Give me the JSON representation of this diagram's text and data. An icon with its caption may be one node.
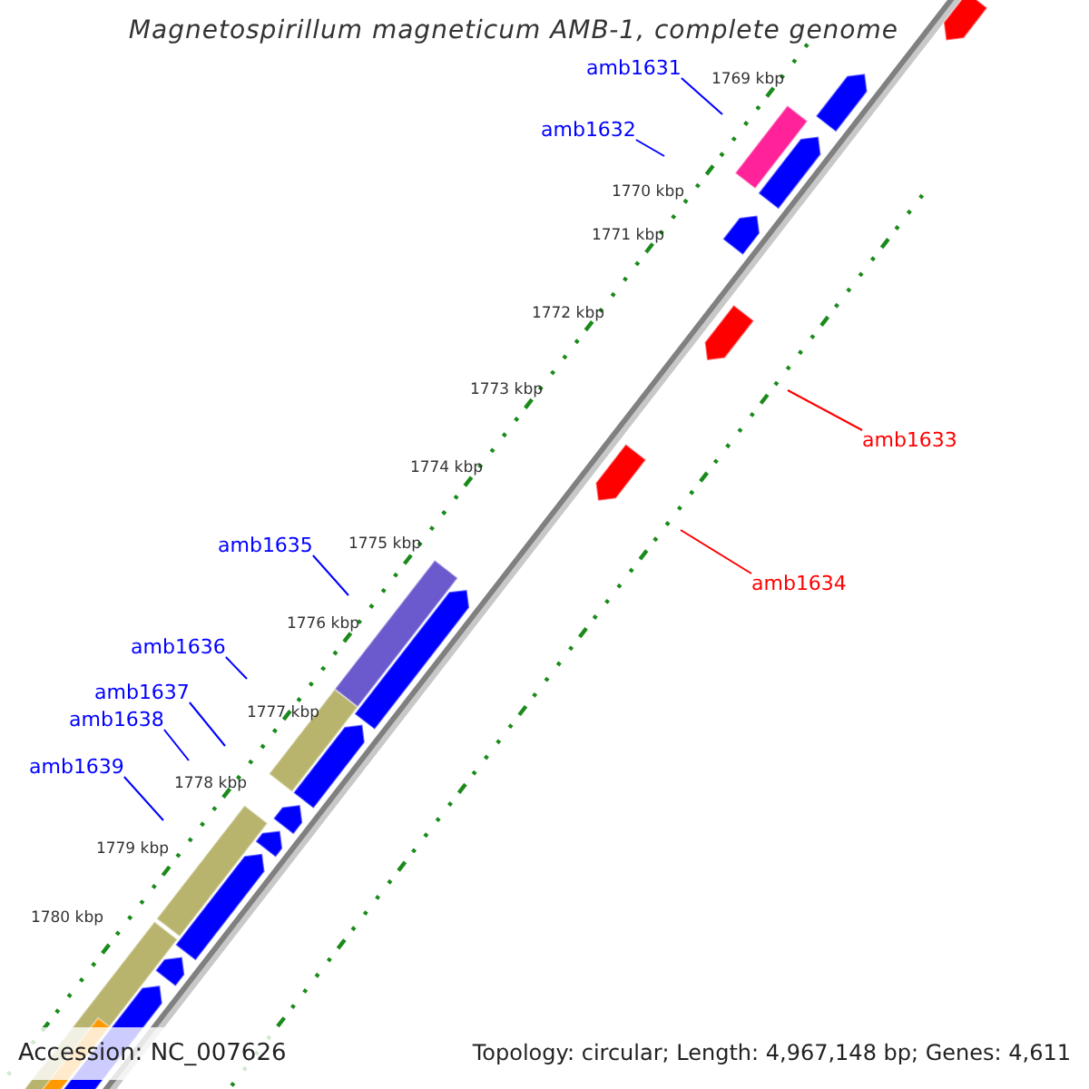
{
  "diagram": {
    "title": "Magnetospirillum magneticum AMB-1, complete genome",
    "nodes": [
      {
        "text": [
          "amb1631"
        ]
      },
      {
        "text": [
          "amb1632"
        ]
      },
      {
        "text": [
          "amb1633"
        ]
      },
      {
        "text": [
          "amb1634"
        ]
      },
      {
        "text": [
          "amb1635"
        ]
      },
      {
        "text": [
          "amb1636"
        ]
      },
      {
        "text": [
          "amb1637"
        ]
      },
      {
        "text": [
          "amb1638"
        ]
      },
      {
        "text": [
          "amb1639"
        ]
      }
    ],
    "edges": [
      {
        "from": 0,
        "to": null,
        "arrow": "none"
      },
      {
        "from": 1,
        "to": null,
        "arrow": "none"
      },
      {
        "from": 2,
        "to": null,
        "arrow": "none",
        "color": "#ff0000"
      },
      {
        "from": 3,
        "to": null,
        "arrow": "none",
        "color": "#ff0000"
      },
      {
        "from": 4,
        "to": null,
        "arrow": "none"
      },
      {
        "from": 5,
        "to": null,
        "arrow": "none"
      },
      {
        "from": 6,
        "to": null,
        "arrow": "none"
      },
      {
        "from": 7,
        "to": null,
        "arrow": "none"
      },
      {
        "from": 8,
        "to": null,
        "arrow": "none"
      }
    ],
    "labels": [
      "1769 kbp",
      "1770 kbp",
      "1771 kbp",
      "1772 kbp",
      "1773 kbp",
      "1774 kbp",
      "1775 kbp",
      "1776 kbp",
      "1777 kbp",
      "1778 kbp",
      "1779 kbp",
      "1780 kbp",
      "Accession: NC_007626",
      "Topology: circular; Length: 4,967,148 bp; Genes: 4,611"
    ]
  }
}
